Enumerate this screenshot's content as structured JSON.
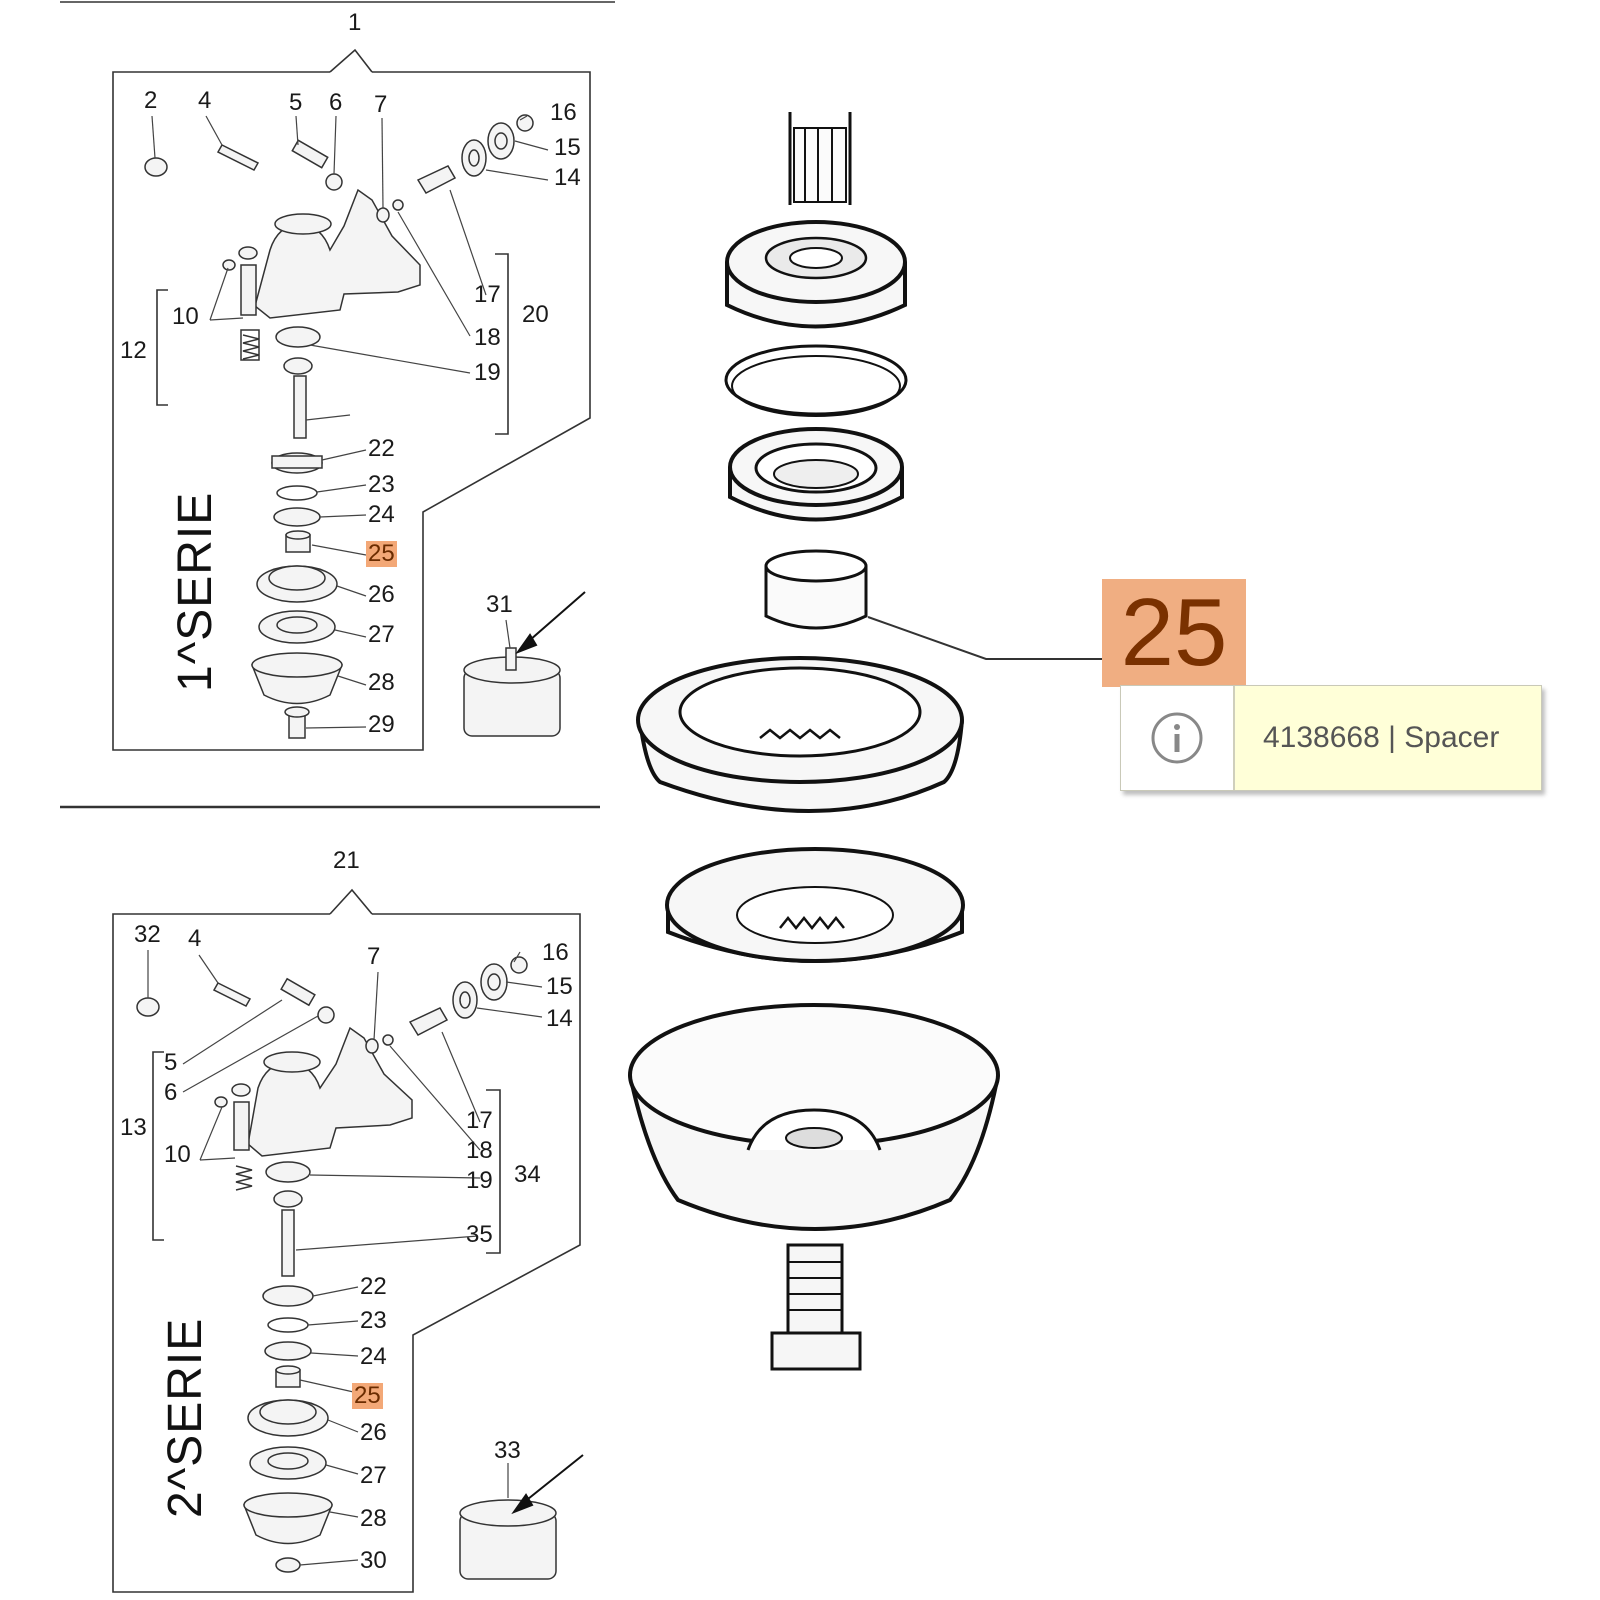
{
  "top_assembly": {
    "assembly_number": "1",
    "serie_label": "1^SERIE",
    "labels": [
      "2",
      "4",
      "5",
      "6",
      "7",
      "16",
      "15",
      "14",
      "17",
      "20",
      "10",
      "12",
      "18",
      "19",
      "22",
      "23",
      "24",
      "25",
      "26",
      "27",
      "28",
      "29",
      "31"
    ],
    "highlighted_label": "25"
  },
  "bottom_assembly": {
    "assembly_number": "21",
    "serie_label": "2^SERIE",
    "labels": [
      "32",
      "4",
      "7",
      "16",
      "15",
      "14",
      "5",
      "6",
      "13",
      "10",
      "17",
      "18",
      "19",
      "34",
      "35",
      "22",
      "23",
      "24",
      "25",
      "26",
      "27",
      "28",
      "30",
      "33"
    ],
    "highlighted_label": "25"
  },
  "zoom_detail": {
    "callout_number": "25"
  },
  "tooltip": {
    "icon": "info-icon",
    "text": "4138668 | Spacer"
  },
  "colors": {
    "highlight": "#f3a877",
    "callout_bg": "#f0ae82",
    "callout_text": "#7a3100",
    "tooltip_bg": "#ffffd8"
  }
}
